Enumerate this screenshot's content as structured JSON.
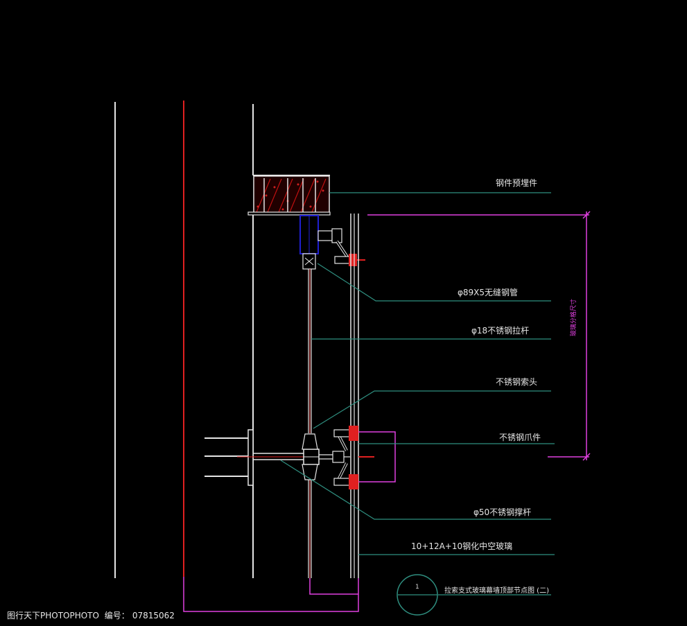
{
  "drawing": {
    "callouts": [
      "钢件预埋件",
      "φ89X5无缝钢管",
      "φ18不锈钢拉杆",
      "不锈钢索头",
      "不锈钢爪件",
      "φ50不锈钢撑杆",
      "10+12A+10钢化中空玻璃"
    ],
    "dimension_label": "玻璃分格尺寸",
    "section_number": "1",
    "section_title": "拉索支式玻璃幕墙顶部节点图 (二)"
  },
  "watermark": {
    "site": "图行天下PHOTOPHOTO",
    "number_label": "编号：",
    "number": "07815062"
  },
  "colors": {
    "background": "#000000",
    "line_white": "#e6e6e6",
    "leader_teal": "#2f8f80",
    "dimension_magenta": "#e040e0",
    "red": "#e02020",
    "blue_tube": "#2020d0",
    "hatch_red": "#c01010"
  }
}
